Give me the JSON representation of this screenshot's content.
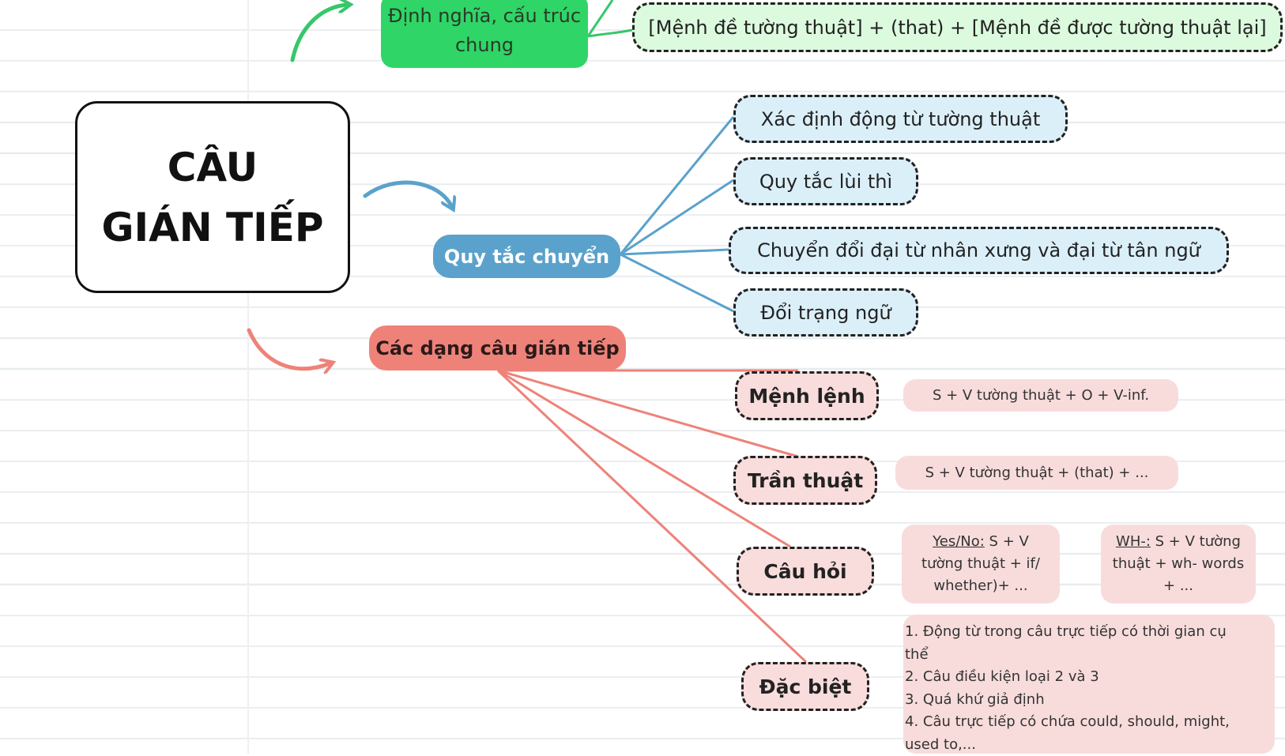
{
  "root": {
    "line1": "CÂU",
    "line2": "GIÁN TIẾP"
  },
  "definition": {
    "label_line1": "Định nghĩa, cấu trúc",
    "label_line2": "chung",
    "structure": "[Mệnh đề tường thuật] + (that) + [Mệnh đề được tường thuật lại]"
  },
  "conversion_rules": {
    "label": "Quy tắc chuyển",
    "items": [
      "Xác định động từ tường thuật",
      "Quy tắc lùi thì",
      "Chuyển đổi đại từ nhân xưng và đại từ tân ngữ",
      "Đổi trạng ngữ"
    ]
  },
  "forms": {
    "label": "Các dạng câu gián tiếp",
    "imperative": {
      "label": "Mệnh lệnh",
      "formula": "S + V tường thuật + O + V-inf."
    },
    "statement": {
      "label": "Trần thuật",
      "formula": "S + V tường thuật + (that) + ..."
    },
    "question": {
      "label": "Câu hỏi",
      "yesno": {
        "prefix": "Yes/No:",
        "l1": " S + V",
        "l2": "tường thuật + if/",
        "l3": "whether)+ ..."
      },
      "wh": {
        "prefix": "WH-:",
        "l1": " S + V tường",
        "l2": "thuật + wh- words",
        "l3": "+ ..."
      }
    },
    "special": {
      "label": "Đặc biệt",
      "lines": [
        "1. Động từ trong câu trực tiếp có thời gian cụ",
        "thể",
        "2. Câu điều kiện loại 2 và 3",
        "3. Quá khứ giả định",
        "4. Câu trực tiếp có chứa could, should, might,",
        "used to,..."
      ]
    }
  },
  "colors": {
    "green_main": "#2fd566",
    "green_light": "#dcfadd",
    "blue_main": "#5aa2cb",
    "blue_light": "#dbeff9",
    "red_main": "#ee8279",
    "red_light": "#f9dcdc",
    "arrow_green": "#36c76a",
    "arrow_blue": "#5aa2cb",
    "arrow_red": "#ee8279"
  }
}
